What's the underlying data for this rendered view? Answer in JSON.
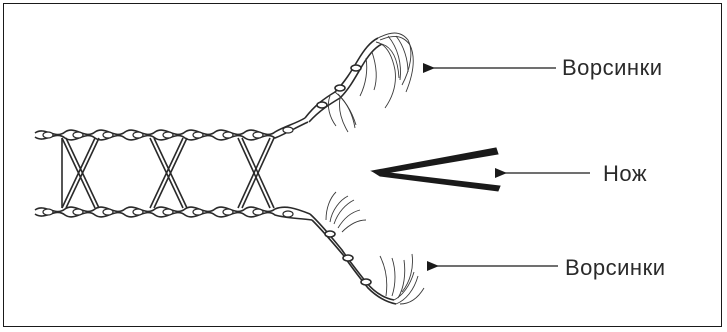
{
  "labels": {
    "upper_villi": "Ворсинки",
    "knife": "Нож",
    "lower_villi": "Ворсинки"
  },
  "colors": {
    "ink": "#1a1a1a",
    "line": "#333333"
  }
}
